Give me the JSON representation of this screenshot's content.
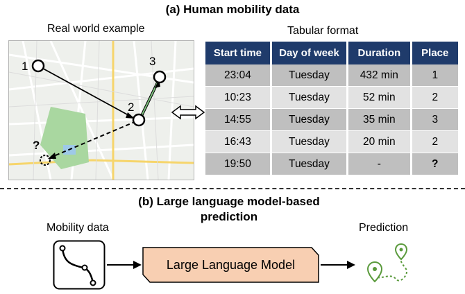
{
  "figure": {
    "title_a": "(a) Human mobility data",
    "title_b_line1": "(b) Large language model-based",
    "title_b_line2": "prediction"
  },
  "map": {
    "label": "Real world example",
    "point_labels": [
      "1",
      "2",
      "3"
    ],
    "unknown_label": "?"
  },
  "table": {
    "label": "Tabular format",
    "columns": [
      "Start time",
      "Day of week",
      "Duration",
      "Place"
    ],
    "rows": [
      [
        "23:04",
        "Tuesday",
        "432 min",
        "1"
      ],
      [
        "10:23",
        "Tuesday",
        "52 min",
        "2"
      ],
      [
        "14:55",
        "Tuesday",
        "35 min",
        "3"
      ],
      [
        "16:43",
        "Tuesday",
        "20 min",
        "2"
      ],
      [
        "19:50",
        "Tuesday",
        "-",
        "?"
      ]
    ]
  },
  "pipeline": {
    "input_label": "Mobility data",
    "model_label": "Large Language Model",
    "output_label": "Prediction"
  },
  "colors": {
    "table_header": "#1f3b6b",
    "row_dark": "#bfbfbf",
    "row_light": "#e2e2e2",
    "llm_box": "#f8cfb2",
    "prediction_green": "#5a9a3c",
    "map_park": "#a9d7a0"
  }
}
